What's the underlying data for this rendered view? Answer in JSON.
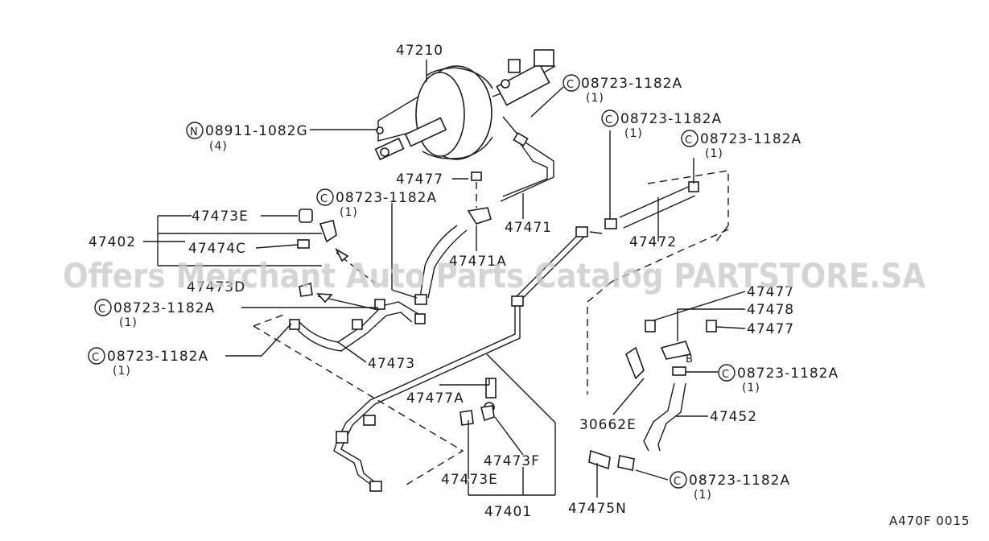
{
  "watermark": "Offers Merchant Auto Parts Catalog PARTSTORE.SA",
  "diagram_code": "A470F 0015",
  "labels": {
    "p47210": "47210",
    "p08911": "08911-1082G",
    "p08911_qty": "(4)",
    "p47477_top": "47477",
    "p47471": "47471",
    "p47471A": "47471A",
    "p47402": "47402",
    "p47473E_top": "47473E",
    "p47474C": "47474C",
    "p47473D": "47473D",
    "p47473": "47473",
    "p47477A": "47477A",
    "p47473F": "47473F",
    "p47473E_bot": "47473E",
    "p47401": "47401",
    "p47475N": "47475N",
    "p47472": "47472",
    "p47477_r1": "47477",
    "p47478": "47478",
    "p47477_r2": "47477",
    "p47452": "47452",
    "p30662E": "30662E",
    "letter_b": "B",
    "clamp_part": "08723-1182A",
    "clamp_qty": "(1)"
  },
  "symbols": {
    "c": "C",
    "n": "N"
  }
}
